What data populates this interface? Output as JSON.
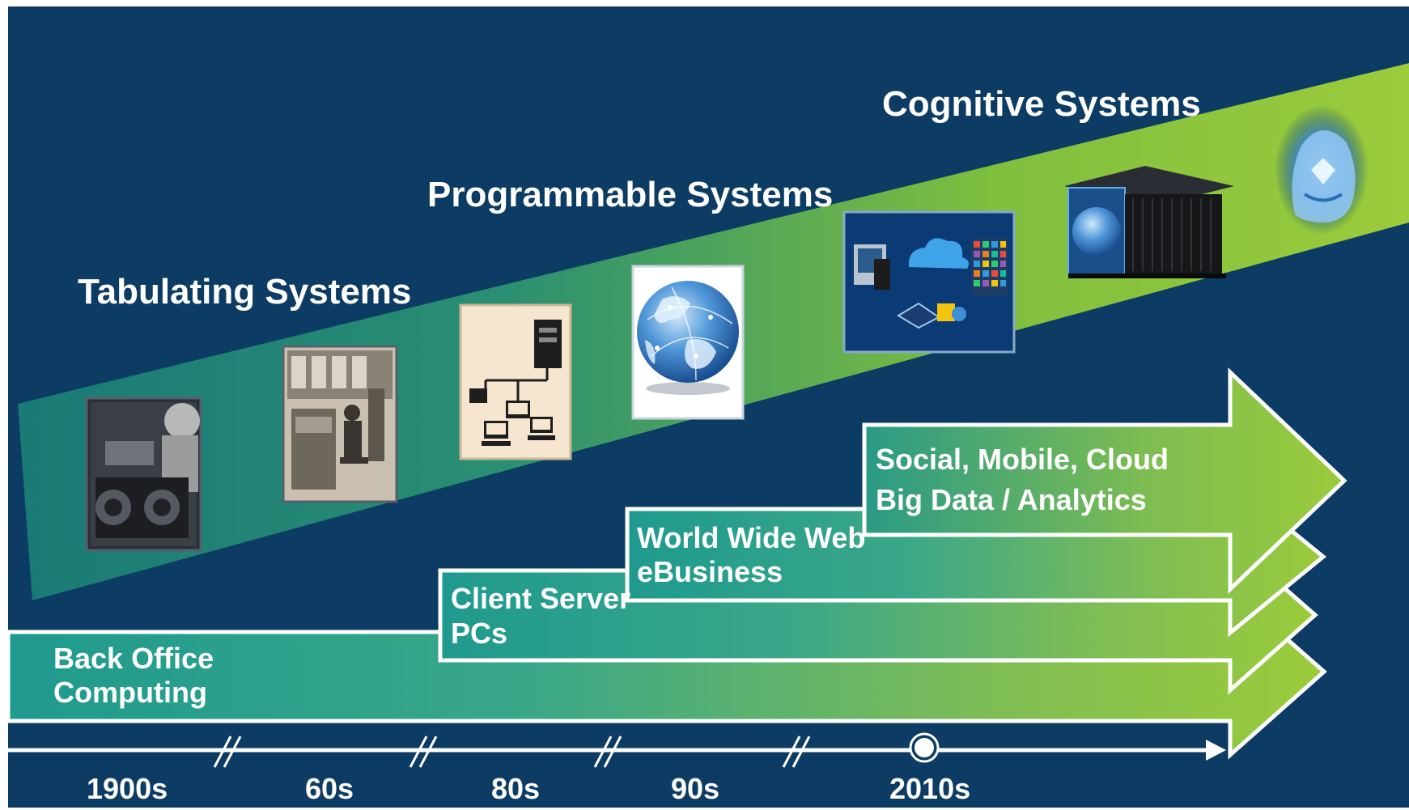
{
  "eras": [
    {
      "label": "Tabulating Systems"
    },
    {
      "label": "Programmable Systems"
    },
    {
      "label": "Cognitive Systems"
    }
  ],
  "waves": [
    {
      "line1": "Back Office",
      "line2": "Computing"
    },
    {
      "line1": "Client Server",
      "line2": "PCs"
    },
    {
      "line1": "World Wide Web",
      "line2": "eBusiness"
    },
    {
      "line1": "Social, Mobile, Cloud",
      "line2": "Big Data / Analytics"
    }
  ],
  "timeline": [
    "1900s",
    "60s",
    "80s",
    "90s",
    "2010s"
  ],
  "images": [
    {
      "name": "tabulating-machine-photo"
    },
    {
      "name": "punch-card-operator-photo"
    },
    {
      "name": "client-server-network-diagram"
    },
    {
      "name": "globe-icon"
    },
    {
      "name": "cloud-mobile-apps-collage"
    },
    {
      "name": "ibm-power7-server-icon"
    },
    {
      "name": "cognitive-ai-head-icon"
    }
  ],
  "colors": {
    "background": "#0c3b63",
    "teal": "#1f9a8e",
    "green": "#93c83a",
    "text": "#ffffff",
    "outline": "#ffffff"
  }
}
